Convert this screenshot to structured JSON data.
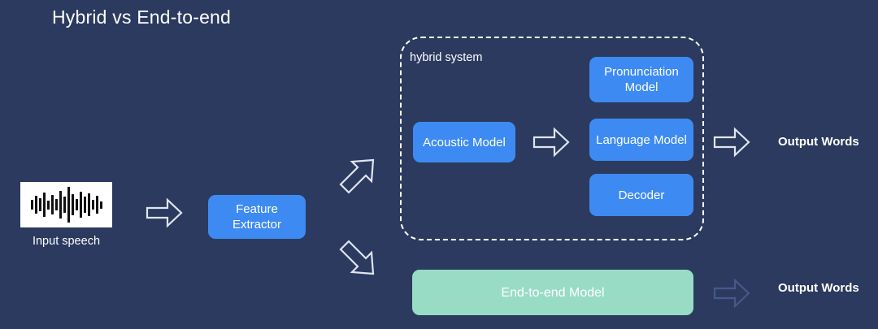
{
  "slide": {
    "title": "Hybrid vs End-to-end",
    "background_color": "#2b3a5e"
  },
  "colors": {
    "background": "#2b3a5e",
    "node_blue": "#3d8bf2",
    "node_mint": "#98dcc5",
    "text": "#ffffff",
    "arrow_stroke": "#dfe4ee",
    "arrow_stroke_dim": "#46598a",
    "dashed_border": "#ffffff"
  },
  "input": {
    "icon": "audio-waveform-icon",
    "label": "Input speech",
    "waveform_bar_heights": [
      12,
      22,
      16,
      30,
      11,
      24,
      14,
      34,
      20,
      44,
      26,
      14,
      32,
      20,
      28,
      12,
      22,
      9
    ]
  },
  "feature_extractor": {
    "label": "Feature\nExtractor",
    "line1": "Feature",
    "line2": "Extractor",
    "color": "#3d8bf2"
  },
  "hybrid_system": {
    "label": "hybrid system",
    "border_style": "dashed",
    "nodes": [
      {
        "id": "acoustic-model",
        "label": "Acoustic Model",
        "color": "#3d8bf2"
      },
      {
        "id": "pronunciation-model",
        "label": "Pronunciation\nModel",
        "line1": "Pronunciation",
        "line2": "Model",
        "color": "#3d8bf2"
      },
      {
        "id": "language-model",
        "label": "Language Model",
        "color": "#3d8bf2"
      },
      {
        "id": "decoder",
        "label": "Decoder",
        "color": "#3d8bf2"
      }
    ],
    "output_label": "Output Words"
  },
  "end_to_end": {
    "label": "End-to-end Model",
    "color": "#98dcc5",
    "output_label": "Output Words"
  },
  "arrows": [
    {
      "id": "arrow-speech-to-feature",
      "direction": "right",
      "style": "outline"
    },
    {
      "id": "arrow-branch-up",
      "direction": "up-right",
      "style": "outline"
    },
    {
      "id": "arrow-branch-down",
      "direction": "down-right",
      "style": "outline"
    },
    {
      "id": "arrow-acoustic-to-lm",
      "direction": "right",
      "style": "outline"
    },
    {
      "id": "arrow-hybrid-out",
      "direction": "right",
      "style": "outline"
    },
    {
      "id": "arrow-e2e-out",
      "direction": "right",
      "style": "outline-dim"
    }
  ]
}
